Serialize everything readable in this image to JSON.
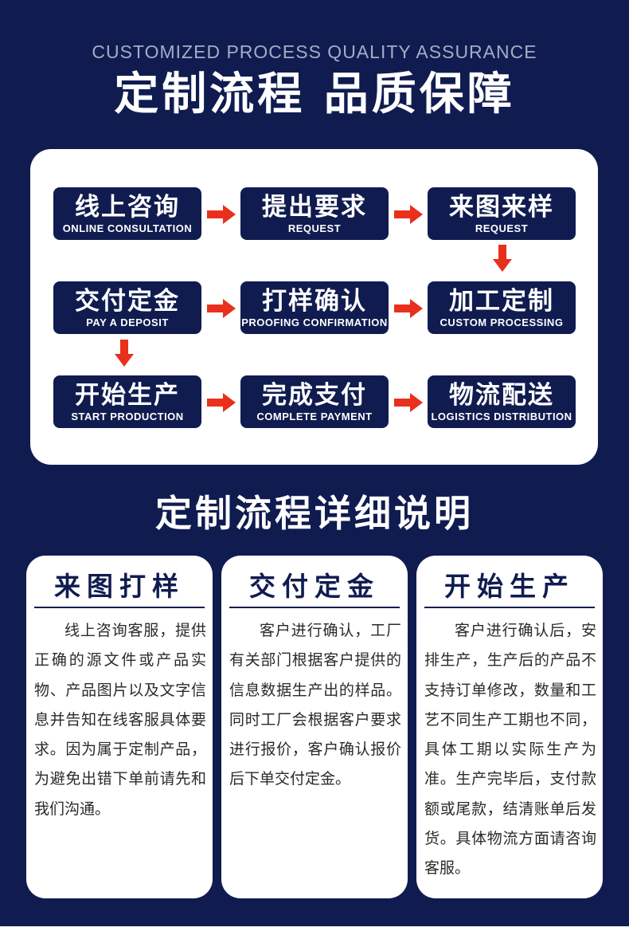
{
  "header": {
    "en_title": "CUSTOMIZED PROCESS QUALITY ASSURANCE",
    "cn_title": "定制流程 品质保障"
  },
  "colors": {
    "navy": "#101c50",
    "arrow": "#e8301c",
    "card_bg": "#ffffff"
  },
  "flow": {
    "steps": [
      {
        "cn": "线上咨询",
        "en": "ONLINE CONSULTATION"
      },
      {
        "cn": "提出要求",
        "en": "REQUEST"
      },
      {
        "cn": "来图来样",
        "en": "REQUEST"
      },
      {
        "cn": "交付定金",
        "en": "PAY A DEPOSIT"
      },
      {
        "cn": "打样确认",
        "en": "PROOFING CONFIRMATION"
      },
      {
        "cn": "加工定制",
        "en": "CUSTOM PROCESSING"
      },
      {
        "cn": "开始生产",
        "en": "START PRODUCTION"
      },
      {
        "cn": "完成支付",
        "en": "COMPLETE PAYMENT"
      },
      {
        "cn": "物流配送",
        "en": "LOGISTICS DISTRIBUTION"
      }
    ],
    "arrow_icon": "red-arrow-icon"
  },
  "details": {
    "title": "定制流程详细说明",
    "cards": [
      {
        "title": "来图打样",
        "text": "线上咨询客服，提供正确的源文件或产品实物、产品图片以及文字信息并告知在线客服具体要求。因为属于定制产品，为避免出错下单前请先和我们沟通。"
      },
      {
        "title": "交付定金",
        "text": "客户进行确认，工厂有关部门根据客户提供的信息数据生产出的样品。同时工厂会根据客户要求进行报价，客户确认报价后下单交付定金。"
      },
      {
        "title": "开始生产",
        "text": "客户进行确认后，安排生产，生产后的产品不支持订单修改，数量和工艺不同生产工期也不同，具体工期以实际生产为准。生产完毕后，支付款额或尾款，结清账单后发货。具体物流方面请咨询客服。"
      }
    ]
  }
}
